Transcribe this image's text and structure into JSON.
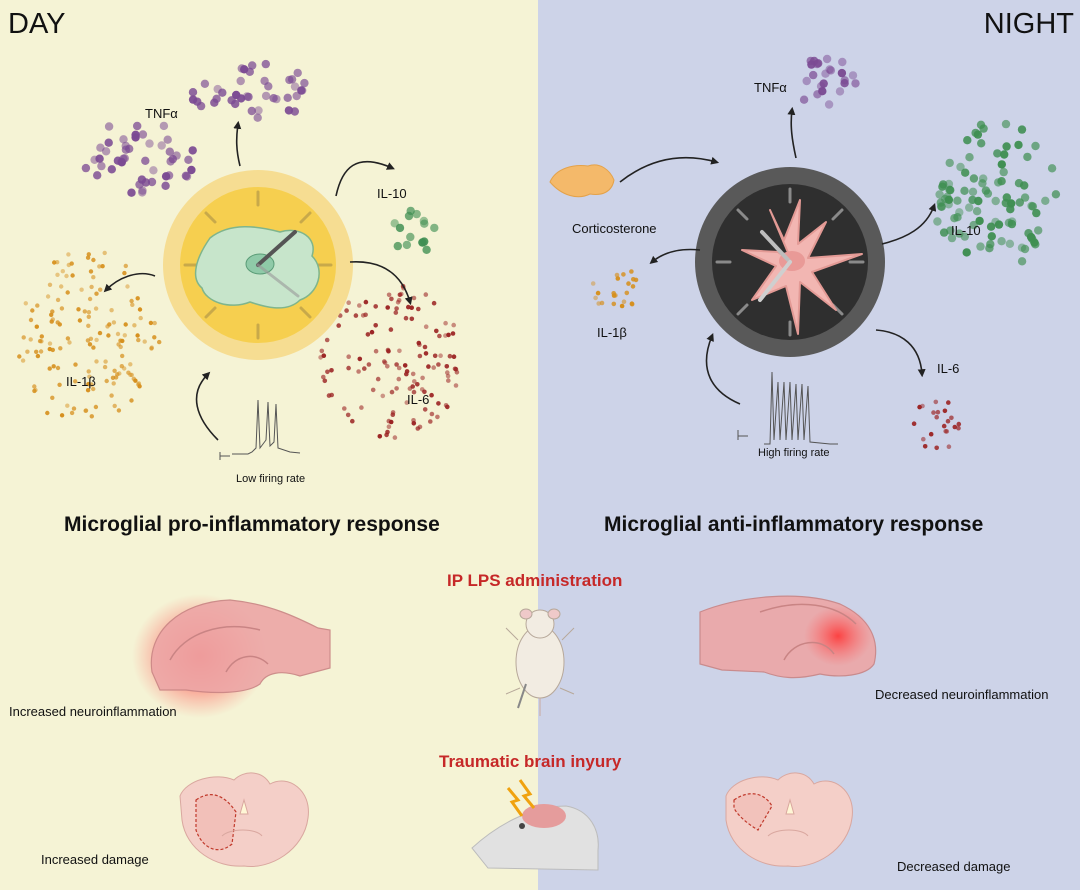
{
  "panels": {
    "day": {
      "title": "DAY",
      "cytokines": {
        "tnf": "TNFα",
        "il10": "IL-10",
        "il6": "IL-6",
        "il1b": "IL-1β"
      },
      "firing_label": "Low firing rate",
      "response": "Microglial pro-inflammatory response",
      "neuroinflammation_label": "Increased neuroinflammation",
      "damage_label": "Increased damage"
    },
    "night": {
      "title": "NIGHT",
      "cytokines": {
        "tnf": "TNFα",
        "il10": "IL-10",
        "il6": "IL-6",
        "il1b": "IL-1β"
      },
      "hormone": "Corticosterone",
      "firing_label": "High firing rate",
      "response": "Microglial anti-inflammatory response",
      "neuroinflammation_label": "Decreased neuroinflammation",
      "damage_label": "Decreased damage"
    }
  },
  "challenges": {
    "lps": "IP LPS administration",
    "tbi": "Traumatic brain inyury"
  },
  "colors": {
    "day_bg": "#f5f3d5",
    "night_bg": "#cdd3e8",
    "tnf": "#7b4a93",
    "il10": "#3f8f52",
    "il6": "#9b2323",
    "il1b": "#d68f1c",
    "alert": "#c62828"
  }
}
